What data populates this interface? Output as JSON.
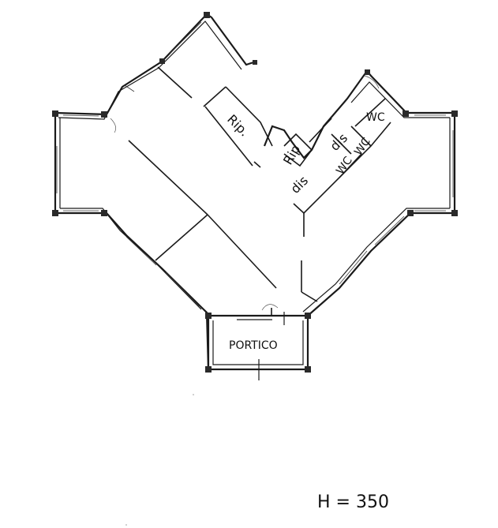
{
  "plan": {
    "rooms": {
      "rip_1": "Rip.",
      "rip_2": "Rip",
      "dis_1": "dis",
      "dis_2": "dis",
      "wc_1": "WC",
      "wc_2": "WC",
      "wc_3": "WC",
      "portico": "PORTICO"
    },
    "height_note": "H = 350"
  }
}
